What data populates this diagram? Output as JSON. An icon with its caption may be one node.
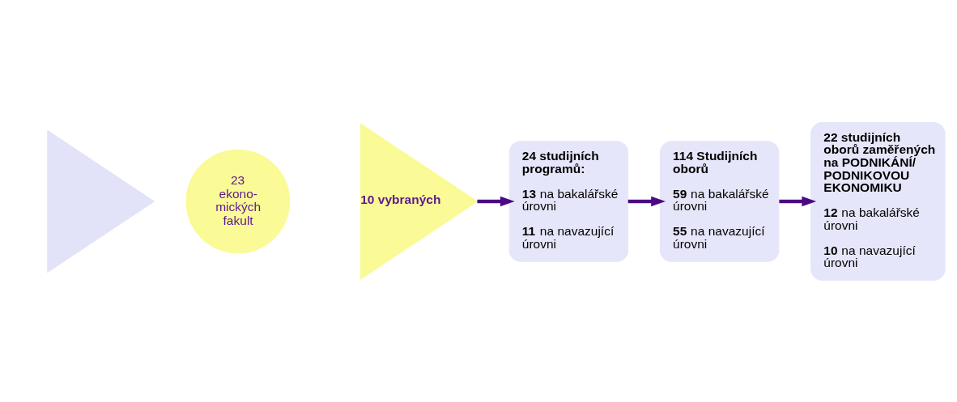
{
  "diagram": {
    "nodes": [
      {
        "text": [],
        "shape": "triangle"
      },
      {
        "text": [
          "23 ekono- mických fakult"
        ]
      },
      {
        "text": [
          "10 vybraných"
        ]
      },
      {
        "text": [
          "24 studijních programů:",
          "**13** na bakalářské úrovni",
          "**11** na navazující úrovni"
        ]
      },
      {
        "text": [
          "114 Studijních oborů",
          "**59** na bakalářské úrovni",
          "**55** na navazující úrovni"
        ]
      },
      {
        "text": [
          "22 studijních oborů zaměřených na PODNIKÁNÍ/ PODNIKOVOU EKONOMIKU",
          "**12** na bakalářské úrovni",
          "**10** na navazující úrovni"
        ]
      }
    ],
    "edges": [
      {
        "from": 2,
        "to": 3,
        "arrow": "to"
      },
      {
        "from": 3,
        "to": 4,
        "arrow": "to"
      },
      {
        "from": 4,
        "to": 5,
        "arrow": "to"
      }
    ]
  }
}
